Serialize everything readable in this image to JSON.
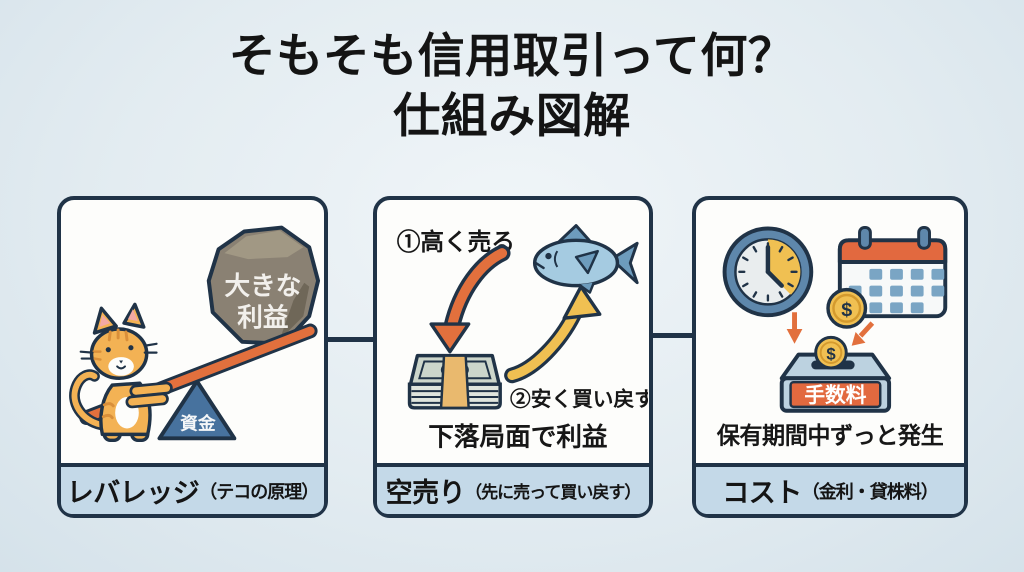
{
  "title": {
    "line1": "そもそも信用取引って何？",
    "line2": "仕組み図解"
  },
  "panels": {
    "leverage": {
      "rock_label_line1": "大きな",
      "rock_label_line2": "利益",
      "fulcrum_label": "資金",
      "footer_main": "レバレッジ",
      "footer_sub": "（テコの原理）"
    },
    "short_sell": {
      "step1_label": "①高く売る",
      "step2_label": "②安く買い戻す",
      "caption": "下落局面で利益",
      "footer_main": "空売り",
      "footer_sub": "（先に売って買い戻す）"
    },
    "cost": {
      "coin_symbol": "$",
      "box_label": "手数料",
      "caption": "保有期間中ずっと発生",
      "footer_main": "コスト",
      "footer_sub": "（金利・貸株料）"
    }
  },
  "icons": {
    "leverage": [
      "cat-icon",
      "lever-icon",
      "rock-icon",
      "fulcrum-triangle-icon"
    ],
    "short_sell": [
      "fish-icon",
      "curved-down-arrow-icon",
      "curved-up-arrow-icon",
      "money-stack-icon"
    ],
    "cost": [
      "clock-icon",
      "calendar-icon",
      "coin-icon",
      "down-arrow-icon",
      "diagonal-down-arrow-icon",
      "fee-box-icon",
      "coin-in-slot-icon"
    ]
  },
  "colors": {
    "background": "#e3ecf1",
    "panel_bg": "#fdfdfb",
    "outline_navy": "#203347",
    "footer_bg": "#c4d9e8",
    "accent_orange": "#e2703d",
    "accent_red_orange": "#e2693f",
    "accent_yellow": "#f0c052",
    "steel_blue": "#4a7aa6",
    "light_blue": "#a5cbe1",
    "fin_blue": "#6d9cbd",
    "gold_band": "#e9b96e",
    "rock_gray": "#8a8173",
    "cat_orange": "#f3b254",
    "text_dark": "#171717"
  }
}
